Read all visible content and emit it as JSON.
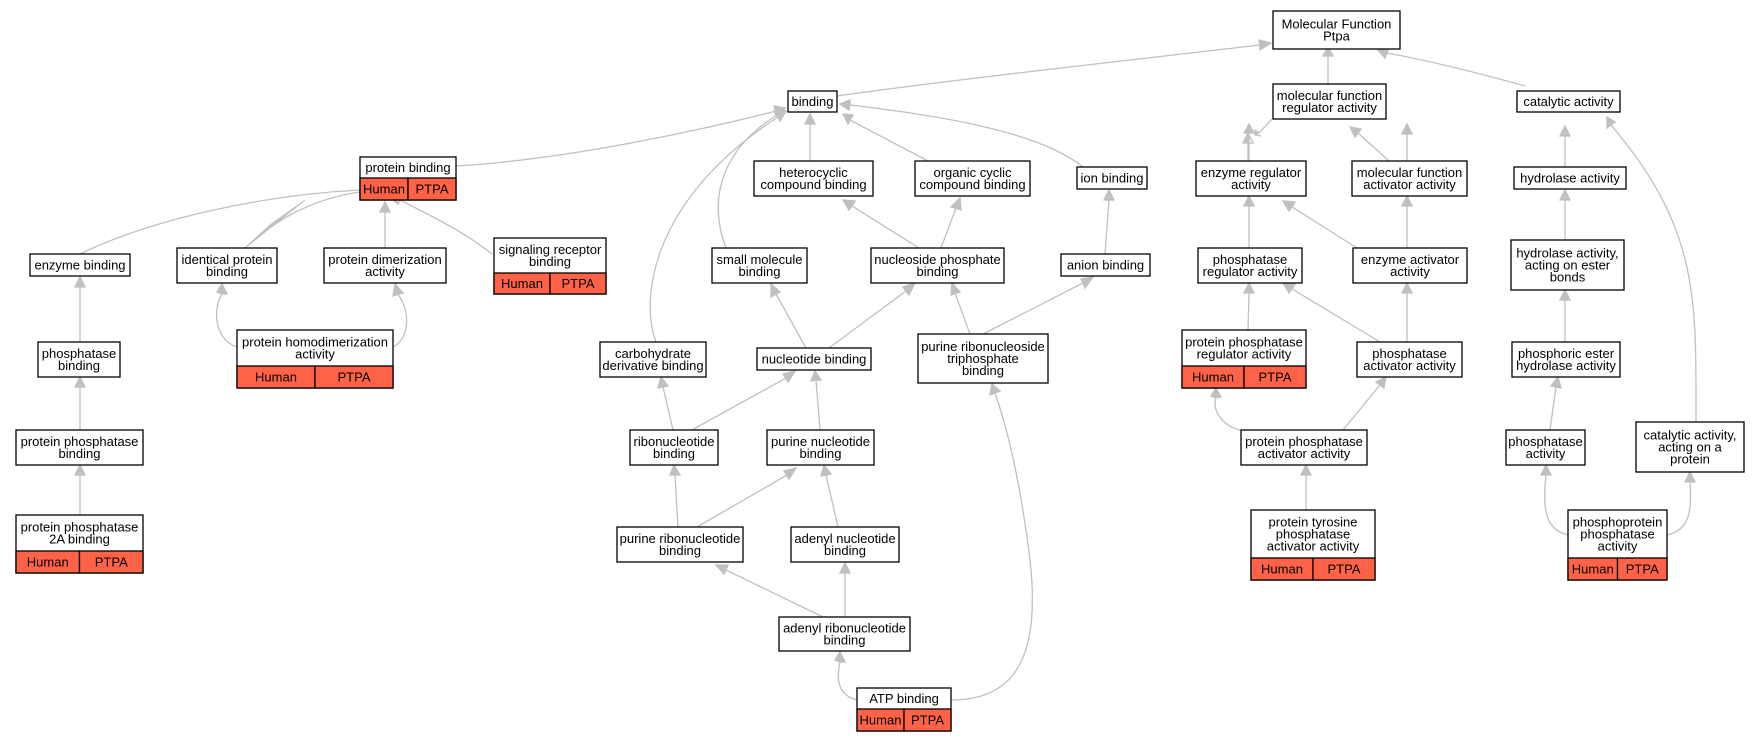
{
  "colors": {
    "edge": "#c0c0c0",
    "annotated_fill": "#ff6347",
    "node_fill": "#ffffff",
    "border": "#000000"
  },
  "nodes": {
    "mf": {
      "lines": [
        "Molecular Function",
        "Ptpa"
      ]
    },
    "bind": {
      "lines": [
        "binding"
      ]
    },
    "mfreg": {
      "lines": [
        "molecular function",
        "regulator activity"
      ]
    },
    "cat": {
      "lines": [
        "catalytic activity"
      ]
    },
    "pb": {
      "lines": [
        "protein binding"
      ],
      "tags": [
        "Human",
        "PTPA"
      ]
    },
    "het": {
      "lines": [
        "heterocyclic",
        "compound binding"
      ]
    },
    "org": {
      "lines": [
        "organic cyclic",
        "compound binding"
      ]
    },
    "ion": {
      "lines": [
        "ion binding"
      ]
    },
    "enzreg": {
      "lines": [
        "enzyme regulator",
        "activity"
      ]
    },
    "mfact": {
      "lines": [
        "molecular function",
        "activator activity"
      ]
    },
    "hyd": {
      "lines": [
        "hydrolase activity"
      ]
    },
    "enzb": {
      "lines": [
        "enzyme binding"
      ]
    },
    "ident": {
      "lines": [
        "identical protein",
        "binding"
      ]
    },
    "dimer": {
      "lines": [
        "protein dimerization",
        "activity"
      ]
    },
    "sig": {
      "lines": [
        "signaling receptor",
        "binding"
      ],
      "tags": [
        "Human",
        "PTPA"
      ]
    },
    "smol": {
      "lines": [
        "small molecule",
        "binding"
      ]
    },
    "nucphos": {
      "lines": [
        "nucleoside phosphate",
        "binding"
      ]
    },
    "anion": {
      "lines": [
        "anion binding"
      ]
    },
    "phreg": {
      "lines": [
        "phosphatase",
        "regulator activity"
      ]
    },
    "enzact": {
      "lines": [
        "enzyme activator",
        "activity"
      ]
    },
    "hydest": {
      "lines": [
        "hydrolase activity,",
        "acting on ester",
        "bonds"
      ]
    },
    "phb": {
      "lines": [
        "phosphatase",
        "binding"
      ]
    },
    "homod": {
      "lines": [
        "protein homodimerization",
        "activity"
      ],
      "tags": [
        "Human",
        "PTPA"
      ]
    },
    "carb": {
      "lines": [
        "carbohydrate",
        "derivative binding"
      ]
    },
    "nucb": {
      "lines": [
        "nucleotide binding"
      ]
    },
    "prt": {
      "lines": [
        "purine ribonucleoside",
        "triphosphate",
        "binding"
      ]
    },
    "ppreg": {
      "lines": [
        "protein phosphatase",
        "regulator activity"
      ],
      "tags": [
        "Human",
        "PTPA"
      ]
    },
    "phact": {
      "lines": [
        "phosphatase",
        "activator activity"
      ]
    },
    "phest": {
      "lines": [
        "phosphoric ester",
        "hydrolase activity"
      ]
    },
    "ppb": {
      "lines": [
        "protein phosphatase",
        "binding"
      ]
    },
    "ribo": {
      "lines": [
        "ribonucleotide",
        "binding"
      ]
    },
    "purnuc": {
      "lines": [
        "purine nucleotide",
        "binding"
      ]
    },
    "ppact": {
      "lines": [
        "protein phosphatase",
        "activator activity"
      ]
    },
    "phosact": {
      "lines": [
        "phosphatase",
        "activity"
      ]
    },
    "catprot": {
      "lines": [
        "catalytic activity,",
        "acting on a",
        "protein"
      ]
    },
    "pp2a": {
      "lines": [
        "protein phosphatase",
        "2A binding"
      ],
      "tags": [
        "Human",
        "PTPA"
      ]
    },
    "purribo": {
      "lines": [
        "purine ribonucleotide",
        "binding"
      ]
    },
    "adenyl": {
      "lines": [
        "adenyl nucleotide",
        "binding"
      ]
    },
    "ptyr": {
      "lines": [
        "protein tyrosine",
        "phosphatase",
        "activator activity"
      ],
      "tags": [
        "Human",
        "PTPA"
      ]
    },
    "phprot": {
      "lines": [
        "phosphoprotein",
        "phosphatase",
        "activity"
      ],
      "tags": [
        "Human",
        "PTPA"
      ]
    },
    "adribo": {
      "lines": [
        "adenyl ribonucleotide",
        "binding"
      ]
    },
    "atp": {
      "lines": [
        "ATP binding"
      ],
      "tags": [
        "Human",
        "PTPA"
      ]
    }
  }
}
